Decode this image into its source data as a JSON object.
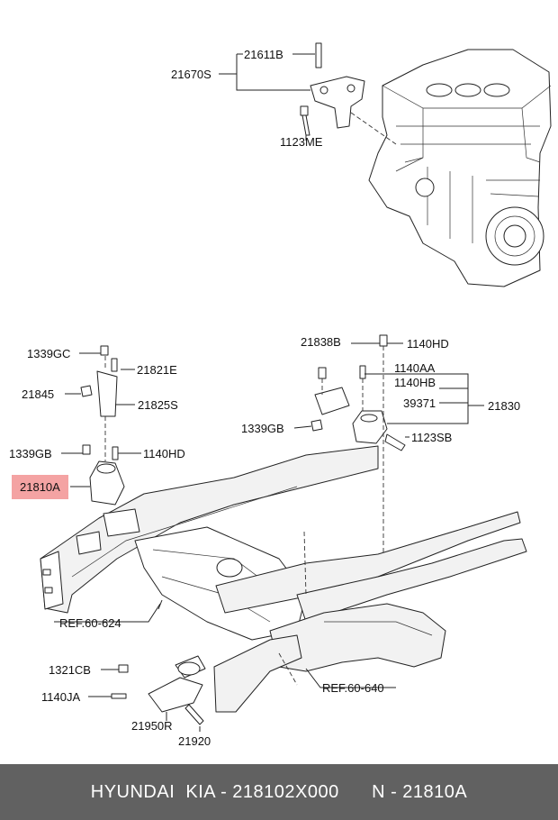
{
  "parts": {
    "p21611B": "21611B",
    "p21670S": "21670S",
    "p1123ME": "1123ME",
    "p1339GC": "1339GC",
    "p21821E": "21821E",
    "p21845": "21845",
    "p21825S": "21825S",
    "p1339GB_left": "1339GB",
    "p1140HD_left": "1140HD",
    "p21810A": "21810A",
    "p21838B": "21838B",
    "p1140HD_right": "1140HD",
    "p1140AA": "1140AA",
    "p1140HB": "1140HB",
    "p39371": "39371",
    "p21830": "21830",
    "p1339GB_right": "1339GB",
    "p1123SB": "1123SB",
    "ref_60_624": "REF.60-624",
    "p1321CB": "1321CB",
    "p1140JA": "1140JA",
    "p21950R": "21950R",
    "p21920": "21920",
    "ref_60_640": "REF.60-640"
  },
  "footer": {
    "text": "HYUNDAI  KIA - 218102X000      N - 21810A"
  },
  "colors": {
    "highlight": "#f4a3a3",
    "footer_bg": "#616161",
    "footer_text": "#ffffff"
  }
}
